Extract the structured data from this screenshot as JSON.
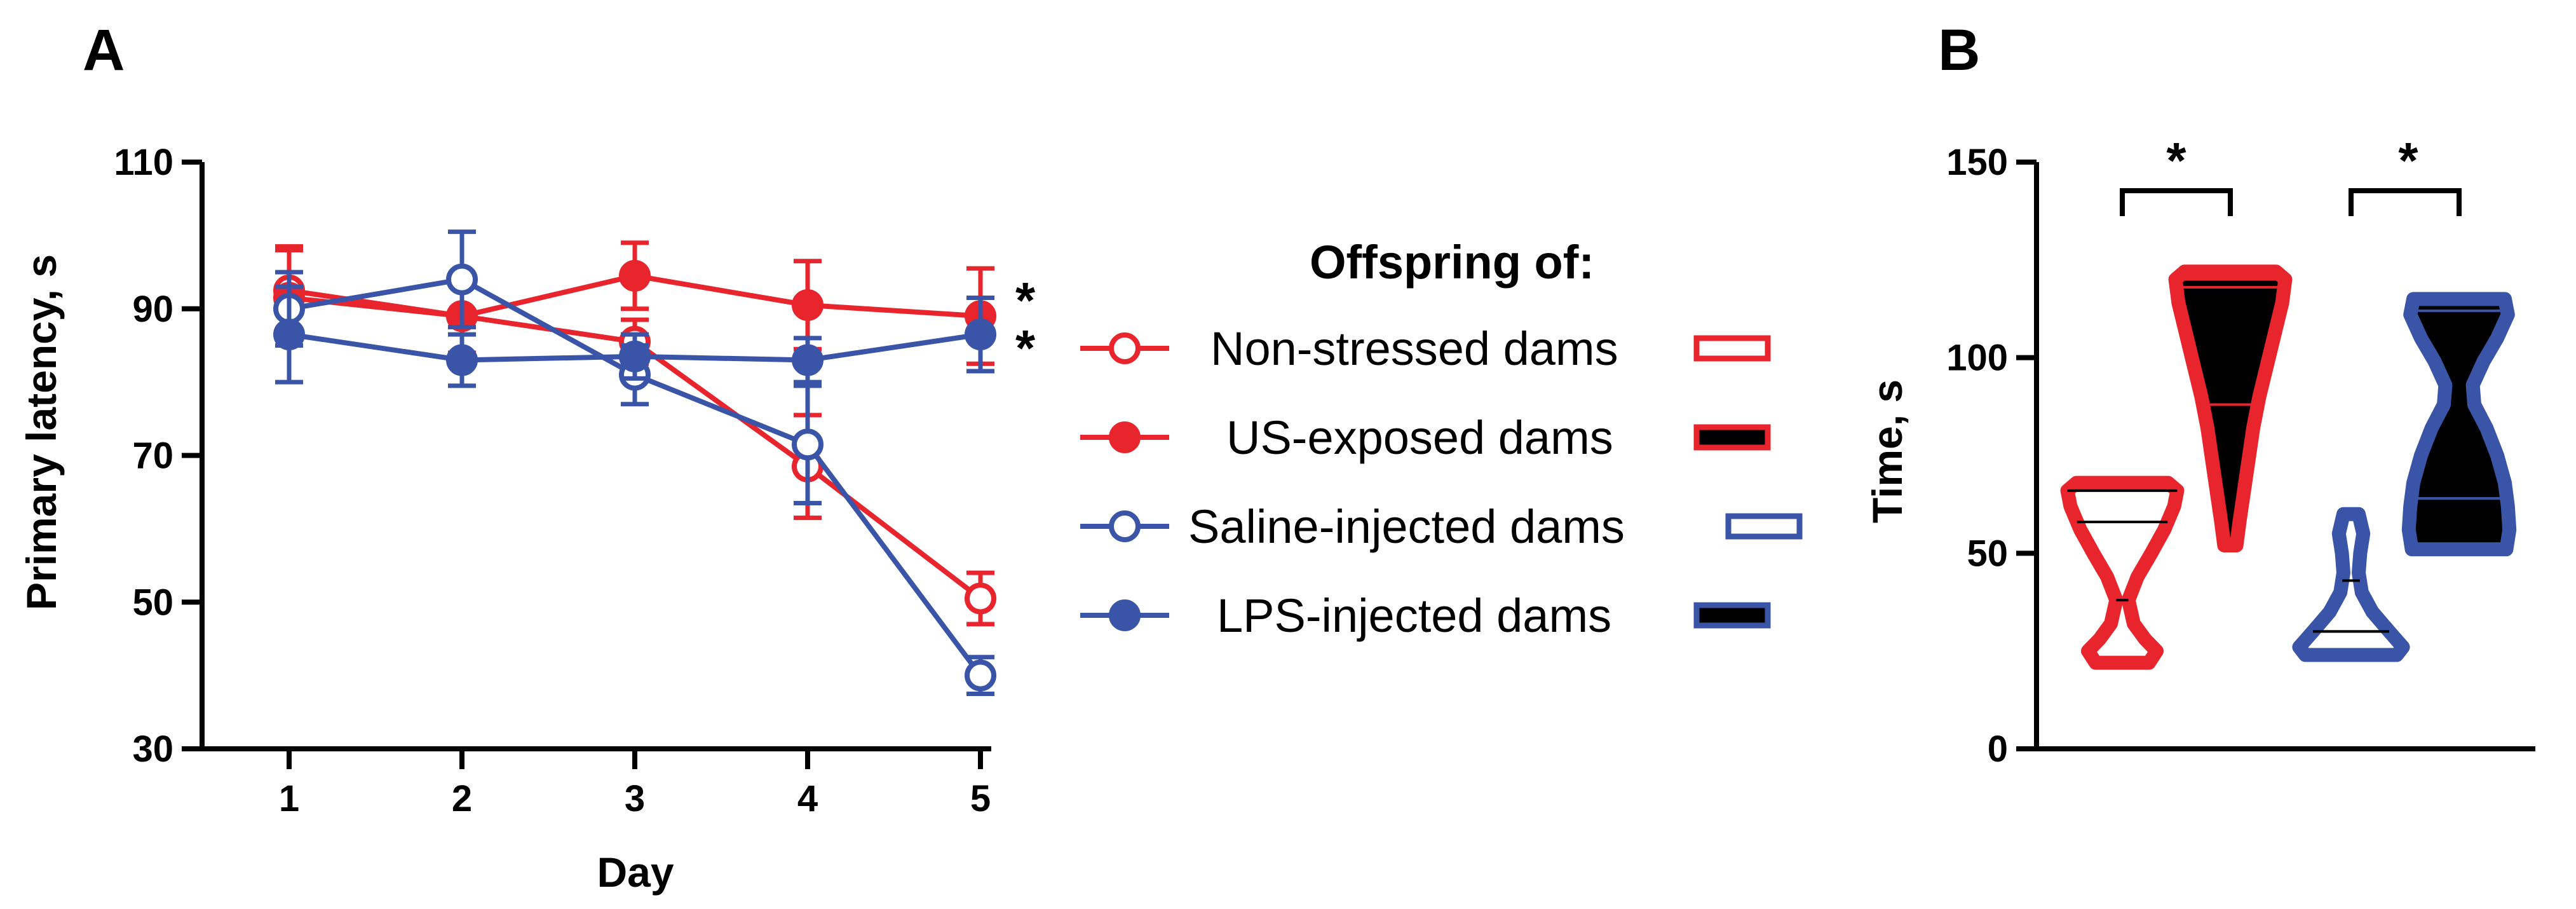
{
  "colors": {
    "red": "#e8242c",
    "blue": "#3a55a8",
    "black": "#000000"
  },
  "panel_a": {
    "letter": "A",
    "significance": [
      "*",
      "*"
    ]
  },
  "panel_b": {
    "letter": "B",
    "significance": [
      "*",
      "*"
    ]
  },
  "legend": {
    "title": "Offspring of:",
    "items": [
      {
        "label": "Non-stressed dams",
        "color": "#e8242c",
        "filled": false
      },
      {
        "label": "US-exposed dams",
        "color": "#e8242c",
        "filled": true
      },
      {
        "label": "Saline-injected dams",
        "color": "#3a55a8",
        "filled": false
      },
      {
        "label": "LPS-injected dams",
        "color": "#3a55a8",
        "filled": true
      }
    ]
  },
  "chart_data": [
    {
      "type": "line",
      "xlabel": "Day",
      "ylabel": "Primary latency, s",
      "ylim": [
        30,
        110
      ],
      "yticks": [
        30,
        50,
        70,
        90,
        110
      ],
      "x": [
        1,
        2,
        3,
        4,
        5
      ],
      "series": [
        {
          "name": "Non-stressed dams",
          "color": "#e8242c",
          "filled": false,
          "values": [
            92.5,
            89,
            85.5,
            68.5,
            50.5
          ],
          "errors": [
            6,
            5,
            3,
            7,
            3.5
          ]
        },
        {
          "name": "US-exposed dams",
          "color": "#e8242c",
          "filled": true,
          "values": [
            91.5,
            89,
            94.5,
            90.5,
            89
          ],
          "errors": [
            6.5,
            5,
            4.5,
            6,
            6.5
          ]
        },
        {
          "name": "Saline-injected dams",
          "color": "#3a55a8",
          "filled": false,
          "values": [
            90,
            94,
            81,
            71.5,
            40
          ],
          "errors": [
            5,
            6.5,
            4,
            8,
            2.5
          ]
        },
        {
          "name": "LPS-injected dams",
          "color": "#3a55a8",
          "filled": true,
          "values": [
            86.5,
            83,
            83.5,
            83,
            86.5
          ],
          "errors": [
            6.5,
            3.5,
            3,
            3,
            5
          ]
        }
      ]
    },
    {
      "type": "violin",
      "ylabel": "Time, s",
      "ylim": [
        0,
        150
      ],
      "yticks": [
        0,
        50,
        100,
        150
      ],
      "groups": [
        {
          "name": "Non-stressed dams",
          "color": "#e8242c",
          "filled": false,
          "min": 22,
          "max": 68,
          "quartiles": [
            38,
            58,
            66
          ]
        },
        {
          "name": "US-exposed dams",
          "color": "#e8242c",
          "filled": true,
          "min": 52,
          "max": 122,
          "quartiles": [
            88,
            118,
            120
          ]
        },
        {
          "name": "Saline-injected dams",
          "color": "#3a55a8",
          "filled": false,
          "min": 24,
          "max": 60,
          "quartiles": [
            30,
            30,
            43
          ]
        },
        {
          "name": "LPS-injected dams",
          "color": "#3a55a8",
          "filled": true,
          "min": 51,
          "max": 115,
          "quartiles": [
            64,
            64,
            112
          ]
        }
      ]
    }
  ]
}
